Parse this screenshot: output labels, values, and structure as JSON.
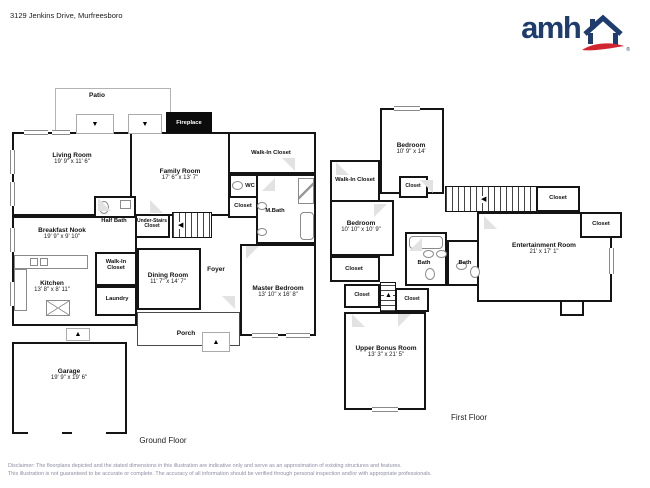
{
  "header": {
    "address": "3129 Jenkins Drive, Murfreesboro",
    "logo_text": "amh",
    "logo_blue": "#1e3c6e",
    "logo_red": "#d12630"
  },
  "ground_floor": {
    "label": "Ground Floor",
    "rooms": {
      "patio": {
        "name": "Patio"
      },
      "fireplace": {
        "name": "Fireplace"
      },
      "living_room": {
        "name": "Living Room",
        "dims": "19' 9\" x 11' 6\""
      },
      "family_room": {
        "name": "Family Room",
        "dims": "17' 6\" x 13' 7\""
      },
      "walk_in_closet_master": {
        "name": "Walk-In Closet"
      },
      "wc": {
        "name": "WC"
      },
      "closet_master": {
        "name": "Closet"
      },
      "master_bath": {
        "name": "M.Bath"
      },
      "half_bath": {
        "name": "Half Bath"
      },
      "under_stairs_closet": {
        "name": "Under-Stairs Closet"
      },
      "breakfast_nook": {
        "name": "Breakfast Nook",
        "dims": "19' 9\" x 9' 10\""
      },
      "walk_in_closet_kitchen": {
        "name": "Walk-In Closet"
      },
      "kitchen": {
        "name": "Kitchen",
        "dims": "13' 8\" x 8' 11\""
      },
      "laundry": {
        "name": "Laundry"
      },
      "dining_room": {
        "name": "Dining Room",
        "dims": "11' 7\" x 14' 7\""
      },
      "foyer": {
        "name": "Foyer"
      },
      "master_bedroom": {
        "name": "Master Bedroom",
        "dims": "13' 10\" x 16' 8\""
      },
      "porch": {
        "name": "Porch"
      },
      "garage": {
        "name": "Garage",
        "dims": "19' 9\" x 19' 6\""
      }
    }
  },
  "first_floor": {
    "label": "First Floor",
    "rooms": {
      "bedroom_top": {
        "name": "Bedroom",
        "dims": "10' 9\" x 14'"
      },
      "walk_in_closet": {
        "name": "Walk-In Closet"
      },
      "closet_top": {
        "name": "Closet"
      },
      "bedroom_left": {
        "name": "Bedroom",
        "dims": "10' 10\" x 10' 9\""
      },
      "closet_left": {
        "name": "Closet"
      },
      "closet_bottom_left": {
        "name": "Closet"
      },
      "closet_bottom_mid": {
        "name": "Closet"
      },
      "bath_left": {
        "name": "Bath"
      },
      "bath_right": {
        "name": "Bath"
      },
      "entertainment_room": {
        "name": "Entertainment Room",
        "dims": "21' x 17' 1\""
      },
      "closet_ent_top": {
        "name": "Closet"
      },
      "closet_ent_right": {
        "name": "Closet"
      },
      "upper_bonus_room": {
        "name": "Upper Bonus Room",
        "dims": "13' 3\" x 21' 5\""
      }
    }
  },
  "footer": {
    "disclaimer_line1": "Disclaimer: The floorplans depicted and the stated dimensions in this illustration are indicative only and serve as an approximation of existing structures and features.",
    "disclaimer_line2": "This illustration is not guaranteed to be accurate or complete. The accuracy of all information should be verified through personal inspection and/or with appropriate professionals."
  }
}
